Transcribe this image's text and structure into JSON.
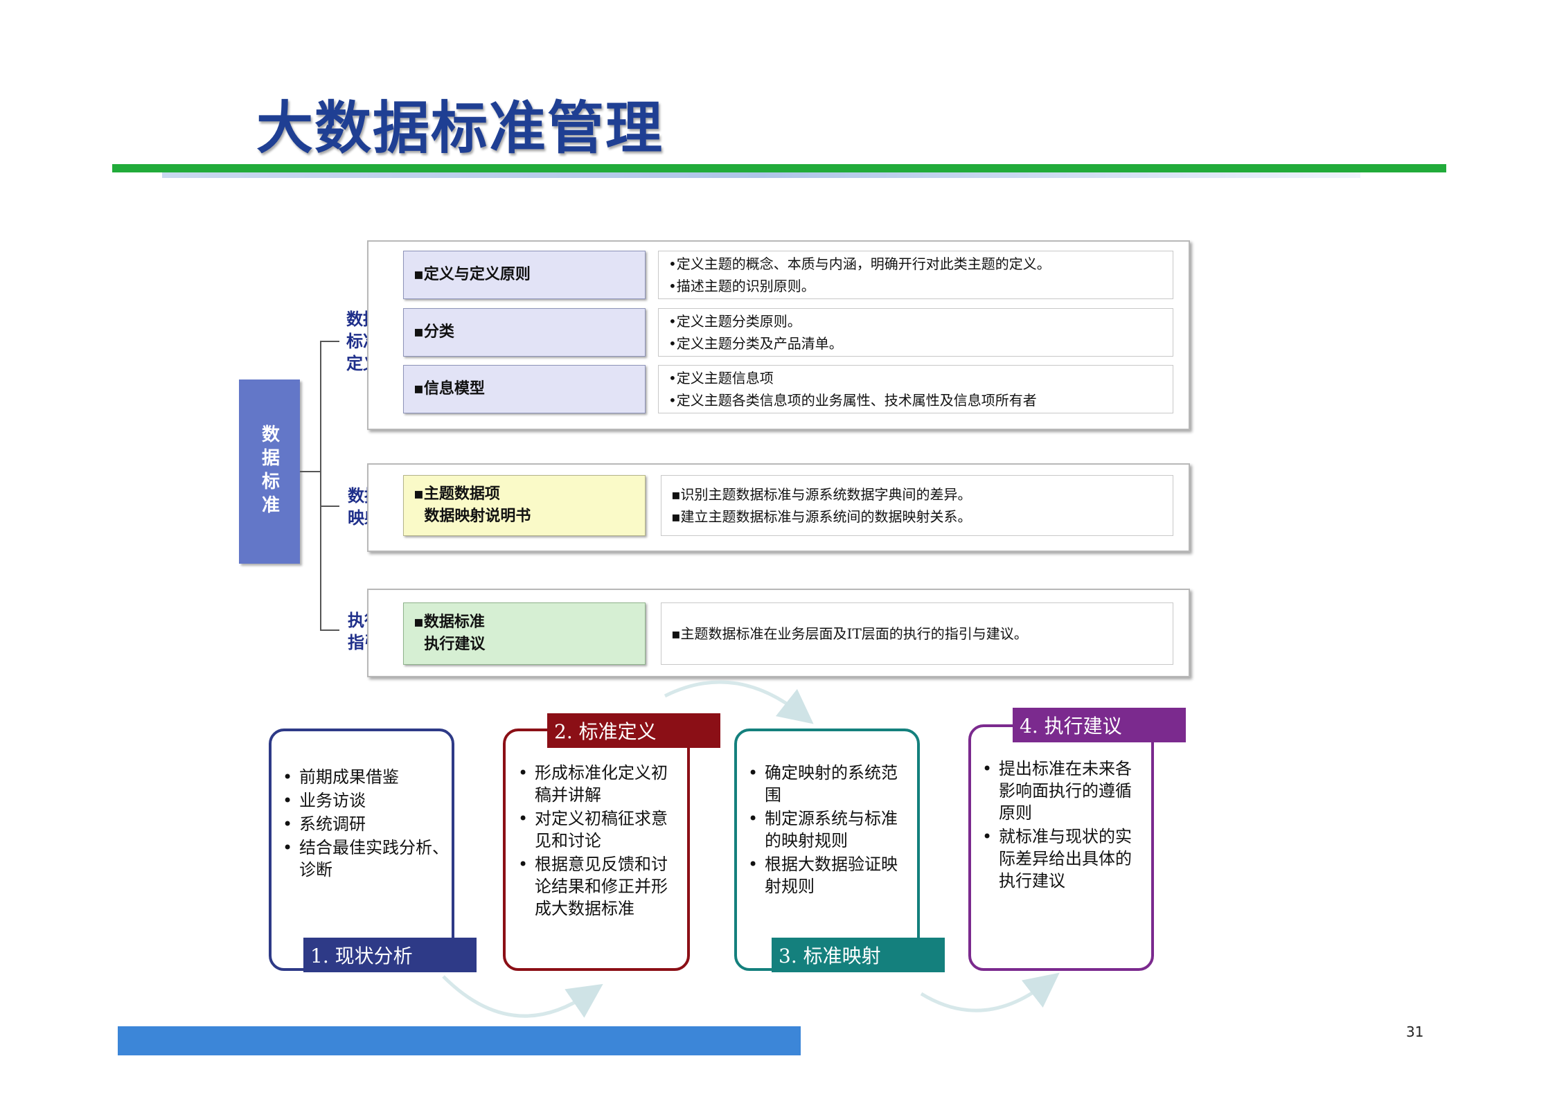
{
  "title": "大数据标准管理",
  "main_label": "数据标准",
  "groups": {
    "definition": {
      "label_lines": [
        "数据",
        "标准",
        "定义"
      ]
    },
    "mapping": {
      "label_lines": [
        "数据",
        "映射"
      ]
    },
    "guide": {
      "label_lines": [
        "执行",
        "指引"
      ]
    }
  },
  "rows": [
    {
      "category": "▪定义与定义原则",
      "desc": [
        "•定义主题的概念、本质与内涵，明确开行对此类主题的定义。",
        "•描述主题的识别原则。"
      ]
    },
    {
      "category": "▪分类",
      "desc": [
        "•定义主题分类原则。",
        "•定义主题分类及产品清单。"
      ]
    },
    {
      "category": "▪信息模型",
      "desc": [
        "•定义主题信息项",
        "•定义主题各类信息项的业务属性、技术属性及信息项所有者"
      ]
    },
    {
      "category": "▪主题数据项\n  数据映射说明书",
      "desc": [
        "▪识别主题数据标准与源系统数据字典间的差异。",
        "▪建立主题数据标准与源系统间的数据映射关系。"
      ]
    },
    {
      "category": "▪数据标准\n  执行建议",
      "desc": [
        "▪主题数据标准在业务层面及IT层面的执行的指引与建议。"
      ]
    }
  ],
  "steps": [
    {
      "tag": "1. 现状分析",
      "color": "#2e3a87",
      "items": [
        "前期成果借鉴",
        "业务访谈",
        "系统调研",
        "结合最佳实践分析、诊断"
      ]
    },
    {
      "tag": "2. 标准定义",
      "color": "#8b0f16",
      "items": [
        "形成标准化定义初稿并讲解",
        "对定义初稿征求意见和讨论",
        "根据意见反馈和讨论结果和修正并形成大数据标准"
      ]
    },
    {
      "tag": "3. 标准映射",
      "color": "#14807d",
      "items": [
        "确定映射的系统范围",
        "制定源系统与标准的映射规则",
        "根据大数据验证映射规则"
      ]
    },
    {
      "tag": "4. 执行建议",
      "color": "#7b2a8e",
      "items": [
        "提出标准在未来各影响面执行的遵循原则",
        "就标准与现状的实际差异给出具体的执行建议"
      ]
    }
  ],
  "page_number": "31"
}
